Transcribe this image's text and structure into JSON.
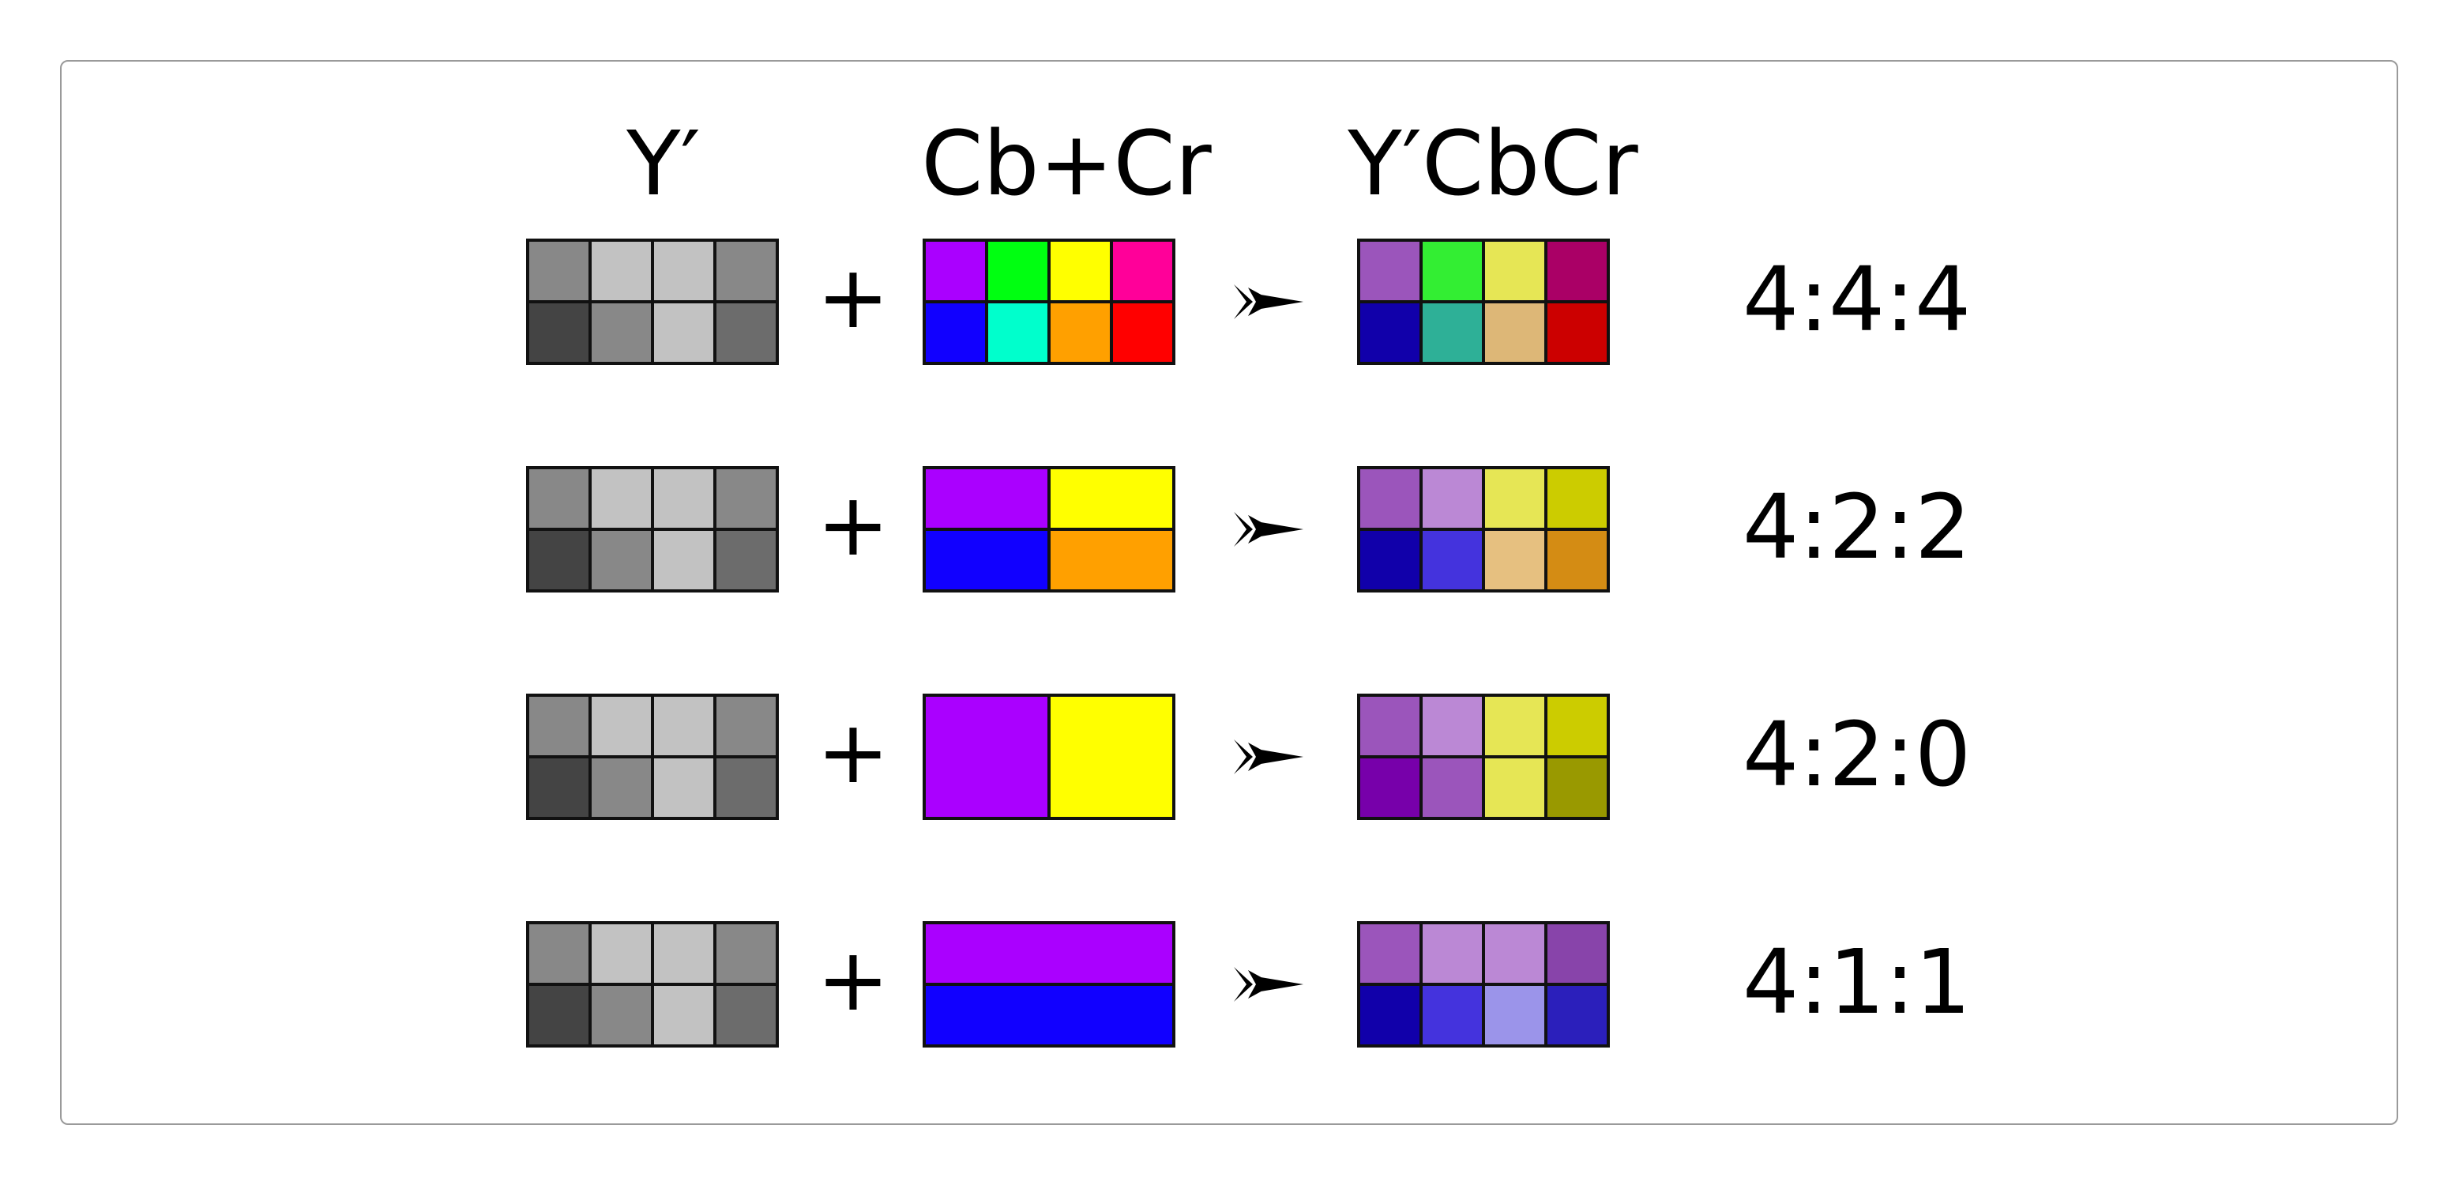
{
  "headers": {
    "luma": "Y′",
    "chroma": "Cb+Cr",
    "result": "Y′CbCr"
  },
  "plus_symbol": "+",
  "rows": [
    {
      "label": "4:4:4",
      "luma": [
        [
          "#888888",
          "#c2c2c2",
          "#c2c2c2",
          "#888888"
        ],
        [
          "#444444",
          "#888888",
          "#c2c2c2",
          "#6c6c6c"
        ]
      ],
      "chroma_blocks": [
        {
          "c": 0,
          "r": 0,
          "w": 1,
          "h": 1,
          "color": "#aa00ff"
        },
        {
          "c": 1,
          "r": 0,
          "w": 1,
          "h": 1,
          "color": "#00ff11"
        },
        {
          "c": 2,
          "r": 0,
          "w": 1,
          "h": 1,
          "color": "#ffff00"
        },
        {
          "c": 3,
          "r": 0,
          "w": 1,
          "h": 1,
          "color": "#ff0099"
        },
        {
          "c": 0,
          "r": 1,
          "w": 1,
          "h": 1,
          "color": "#1100ff"
        },
        {
          "c": 1,
          "r": 1,
          "w": 1,
          "h": 1,
          "color": "#00ffcc"
        },
        {
          "c": 2,
          "r": 1,
          "w": 1,
          "h": 1,
          "color": "#ffa000"
        },
        {
          "c": 3,
          "r": 1,
          "w": 1,
          "h": 1,
          "color": "#ff0000"
        }
      ],
      "result": [
        [
          "#9b55bb",
          "#33ee33",
          "#e6e655",
          "#aa0066"
        ],
        [
          "#1100aa",
          "#2eb097",
          "#ddb777",
          "#cc0000"
        ]
      ]
    },
    {
      "label": "4:2:2",
      "luma": [
        [
          "#888888",
          "#c2c2c2",
          "#c2c2c2",
          "#888888"
        ],
        [
          "#444444",
          "#888888",
          "#c2c2c2",
          "#6c6c6c"
        ]
      ],
      "chroma_blocks": [
        {
          "c": 0,
          "r": 0,
          "w": 2,
          "h": 1,
          "color": "#aa00ff"
        },
        {
          "c": 2,
          "r": 0,
          "w": 2,
          "h": 1,
          "color": "#ffff00"
        },
        {
          "c": 0,
          "r": 1,
          "w": 2,
          "h": 1,
          "color": "#1100ff"
        },
        {
          "c": 2,
          "r": 1,
          "w": 2,
          "h": 1,
          "color": "#ffa000"
        }
      ],
      "result": [
        [
          "#9b55bb",
          "#bb88d5",
          "#e6e655",
          "#cccc00"
        ],
        [
          "#1100aa",
          "#4433dd",
          "#e6c080",
          "#d48c14"
        ]
      ]
    },
    {
      "label": "4:2:0",
      "luma": [
        [
          "#888888",
          "#c2c2c2",
          "#c2c2c2",
          "#888888"
        ],
        [
          "#444444",
          "#888888",
          "#c2c2c2",
          "#6c6c6c"
        ]
      ],
      "chroma_blocks": [
        {
          "c": 0,
          "r": 0,
          "w": 2,
          "h": 2,
          "color": "#aa00ff"
        },
        {
          "c": 2,
          "r": 0,
          "w": 2,
          "h": 2,
          "color": "#ffff00"
        }
      ],
      "result": [
        [
          "#9b55bb",
          "#bb88d5",
          "#e6e655",
          "#cccc00"
        ],
        [
          "#7700aa",
          "#9b55bb",
          "#e6e655",
          "#999900"
        ]
      ]
    },
    {
      "label": "4:1:1",
      "luma": [
        [
          "#888888",
          "#c2c2c2",
          "#c2c2c2",
          "#888888"
        ],
        [
          "#444444",
          "#888888",
          "#c2c2c2",
          "#6c6c6c"
        ]
      ],
      "chroma_blocks": [
        {
          "c": 0,
          "r": 0,
          "w": 4,
          "h": 1,
          "color": "#aa00ff"
        },
        {
          "c": 0,
          "r": 1,
          "w": 4,
          "h": 1,
          "color": "#1100ff"
        }
      ],
      "result": [
        [
          "#9b55bb",
          "#bb88d5",
          "#bb88d5",
          "#8844aa"
        ],
        [
          "#1100aa",
          "#4433dd",
          "#9b94ea",
          "#2b1fbb"
        ]
      ]
    }
  ]
}
